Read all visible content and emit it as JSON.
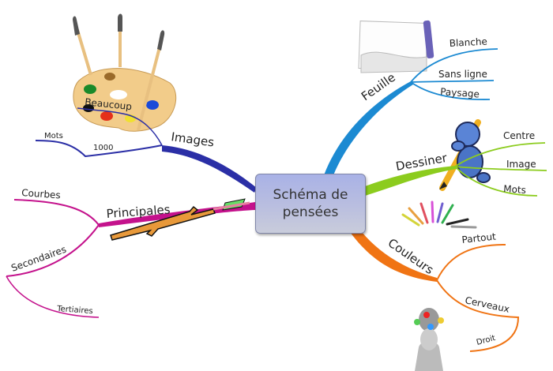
{
  "center": {
    "title": "Schéma de pensées"
  },
  "branches": {
    "images": {
      "label": "Images",
      "color": "#2b2fa6",
      "children": [
        "1000",
        "Beaucoup"
      ],
      "grandchildren": [
        "Mots"
      ]
    },
    "principales": {
      "label": "Principales",
      "color": "#c4128c",
      "children": [
        "Courbes",
        "Secondaires"
      ],
      "grandchildren": [
        "Tertiaires"
      ]
    },
    "feuille": {
      "label": "Feuille",
      "color": "#1c8ad2",
      "children": [
        "Blanche",
        "Sans ligne",
        "Paysage"
      ]
    },
    "dessiner": {
      "label": "Dessiner",
      "color": "#8ccc1e",
      "children": [
        "Centre",
        "Image",
        "Mots"
      ]
    },
    "couleurs": {
      "label": "Couleurs",
      "color": "#f07414",
      "children": [
        "Partout",
        "Cerveaux"
      ],
      "grandchildren": [
        "Droit"
      ]
    }
  },
  "images_icons": [
    "paint-palette-icon",
    "notepad-pen-icon",
    "drawing-figure-icon",
    "arrow-icon",
    "colored-pencils-icon",
    "head-bulbs-icon"
  ]
}
